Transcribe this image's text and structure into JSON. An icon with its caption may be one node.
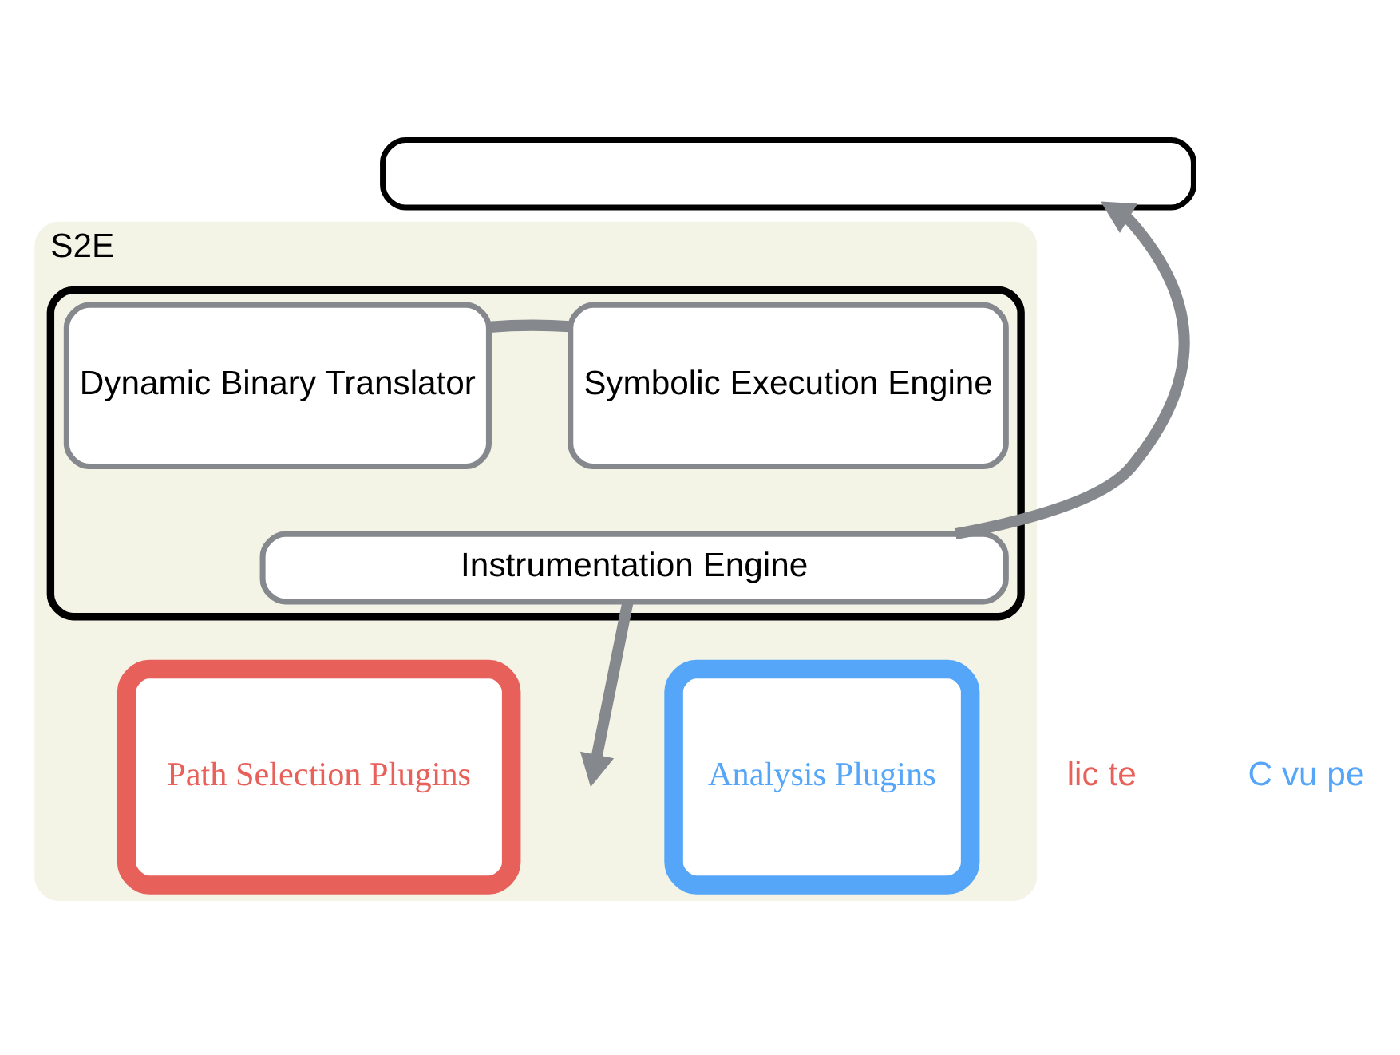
{
  "diagram": {
    "nodes": [
      {
        "text": [],
        "shape": "box"
      },
      {
        "text": [
          "S2E"
        ]
      },
      {
        "text": [],
        "shape": "box",
        "in": 1
      },
      {
        "text": [
          "Dynamic Binary Translator"
        ],
        "in": 2
      },
      {
        "text": [
          "Symbolic Execution Engine"
        ],
        "in": 2
      },
      {
        "text": [
          "Instrumentation Engine"
        ],
        "in": 2
      },
      {
        "text": [
          "Path Selection Plugins"
        ],
        "in": 1
      },
      {
        "text": [
          "Analysis Plugins"
        ],
        "in": 1
      }
    ],
    "edges": [
      {
        "from": 5,
        "to": 0,
        "arrow": "to"
      },
      {
        "from": 3,
        "to": 4,
        "arrow": "none"
      },
      {
        "from": 5,
        "to": null,
        "arrow": "to"
      }
    ],
    "labels": [
      "lic te",
      "C vu pe"
    ]
  }
}
